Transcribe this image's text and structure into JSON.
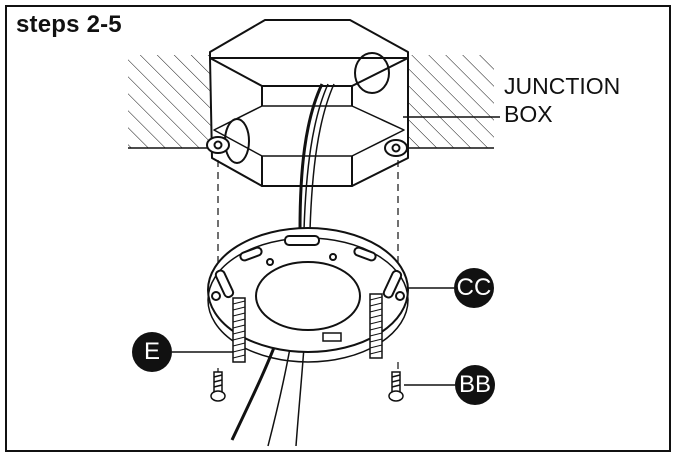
{
  "title": "steps 2-5",
  "labels": {
    "junction_box_line1": "JUNCTION",
    "junction_box_line2": "BOX",
    "cc": "CC",
    "e": "E",
    "bb": "BB"
  },
  "colors": {
    "ink": "#111111",
    "badge_fill": "#111111",
    "badge_text": "#ffffff",
    "background": "#ffffff"
  }
}
